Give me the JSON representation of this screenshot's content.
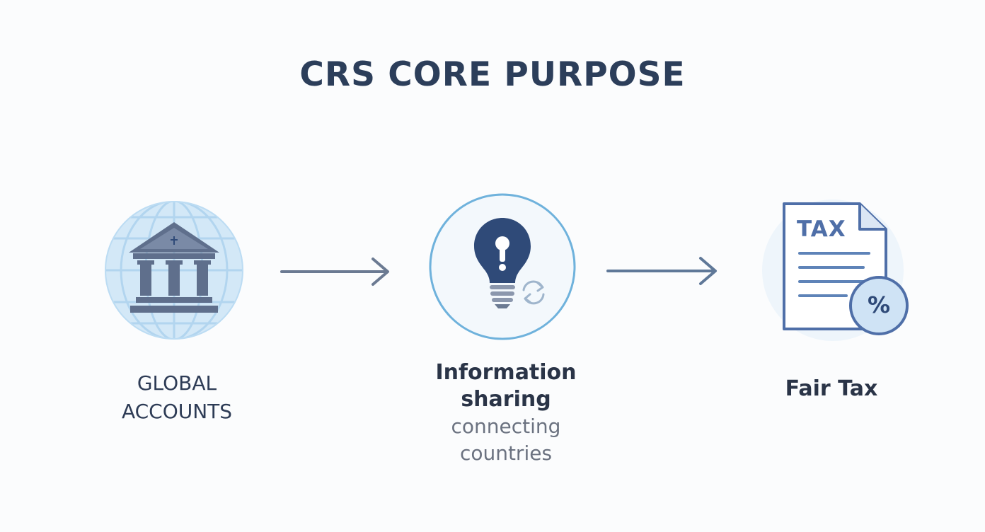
{
  "title": "CRS CORE PURPOSE",
  "nodes": [
    {
      "icon": "bank-globe-icon",
      "label_lines": [
        "GLOBAL",
        "ACCOUNTS"
      ]
    },
    {
      "icon": "lightbulb-icon",
      "label_main": [
        "Information",
        "sharing"
      ],
      "label_sub": [
        "connecting",
        "countries"
      ]
    },
    {
      "icon": "tax-document-icon",
      "doc_text": "TAX",
      "badge_text": "%",
      "label": "Fair Tax"
    }
  ],
  "colors": {
    "title": "#2c3e5a",
    "navy": "#2f4a78",
    "slate": "#5f6f8c",
    "light_blue": "#d7e9f8",
    "ring_blue": "#6fb2dc",
    "arrow": "#6b7a92"
  }
}
